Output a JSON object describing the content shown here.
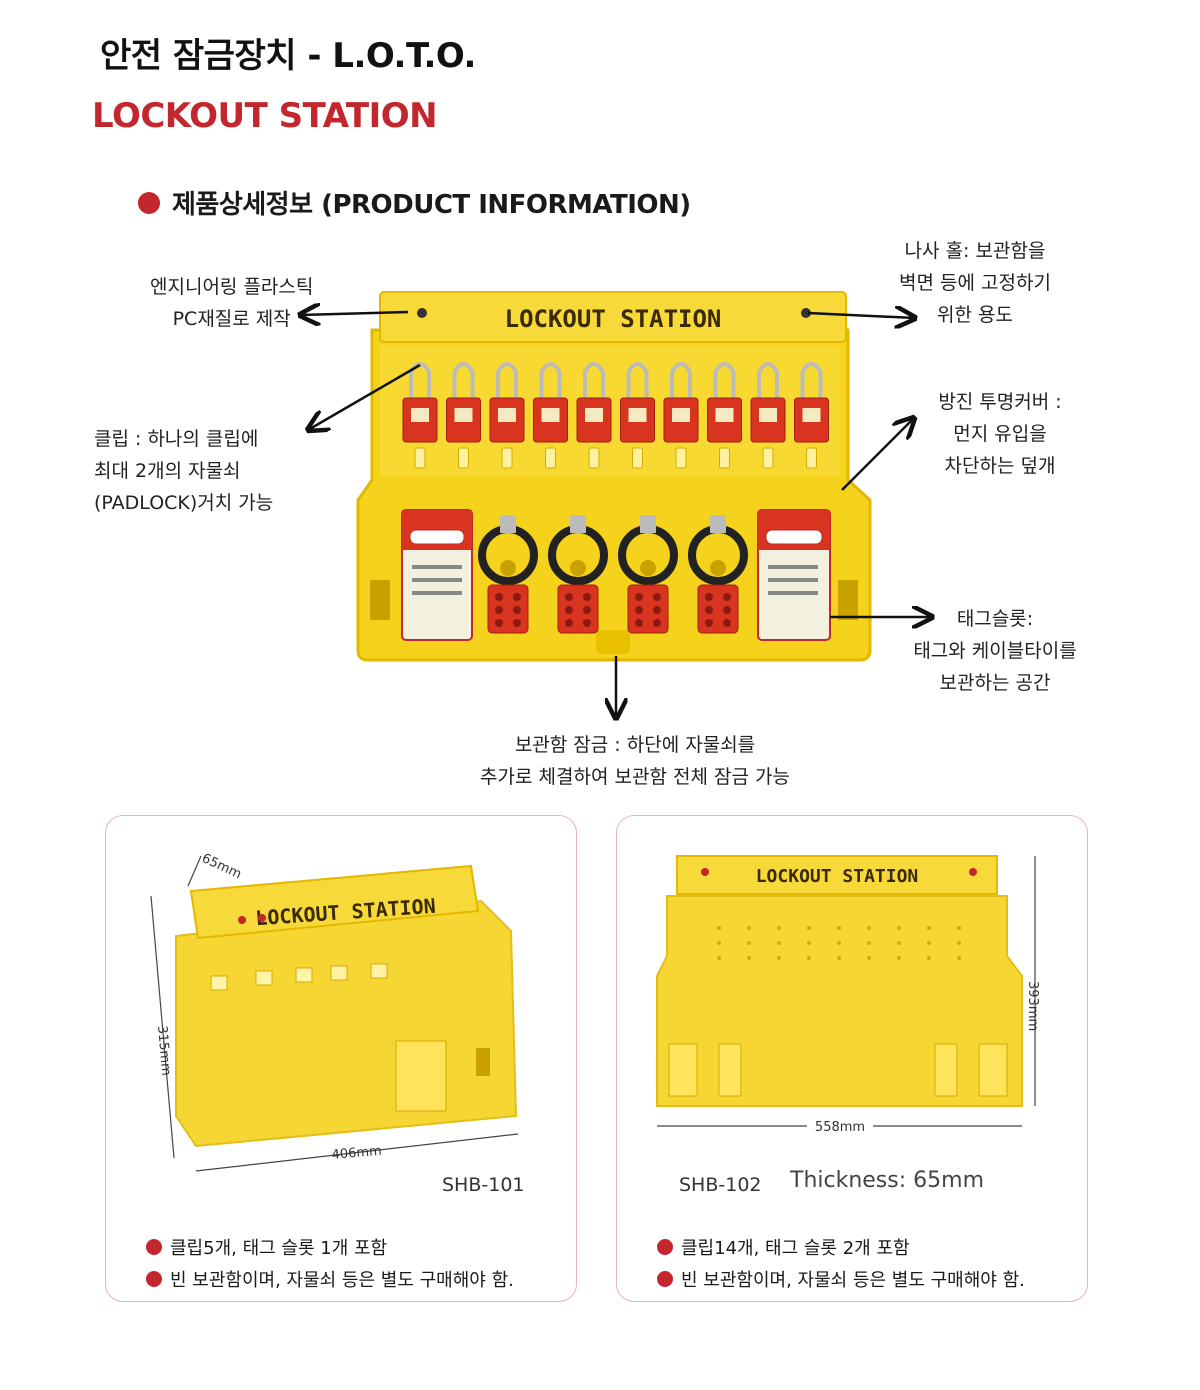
{
  "header": {
    "title": "안전 잠금장치 - L.O.T.O.",
    "subtitle": "LOCKOUT STATION",
    "section": "제품상세정보 (PRODUCT INFORMATION)"
  },
  "product": {
    "station_label": "LOCKOUT STATION",
    "callouts": {
      "material": [
        "엔지니어링 플라스틱",
        "PC재질로 제작"
      ],
      "clip": [
        "클립 :  하나의 클립에",
        "최대 2개의 자물쇠",
        "(PADLOCK)거치 가능"
      ],
      "screw_hole": [
        "나사 홀: 보관함을",
        "벽면 등에 고정하기",
        "위한 용도"
      ],
      "cover": [
        "방진 투명커버 :",
        "먼지 유입을",
        "차단하는 덮개"
      ],
      "tag_slot": [
        "태그슬롯:",
        "태그와 케이블타이를",
        "보관하는 공간"
      ],
      "bottom_lock": [
        "보관함 잠금 : 하단에 자물쇠를",
        "추가로 체결하여 보관함 전체 잠금 가능"
      ]
    },
    "colors": {
      "accent": "#c1272d",
      "station_yellow": "#f5d21c",
      "padlock_red": "#d9341f"
    }
  },
  "models": [
    {
      "station_label": "LOCKOUT STATION",
      "dims": {
        "depth": "65mm",
        "height": "315mm",
        "width": "406mm"
      },
      "code": "SHB-101",
      "bullets": [
        "클립5개, 태그 슬롯 1개 포함",
        "빈 보관함이며, 자물쇠 등은 별도 구매해야 함."
      ]
    },
    {
      "station_label": "LOCKOUT STATION",
      "dims": {
        "height": "393mm",
        "width": "558mm"
      },
      "code": "SHB-102",
      "thickness": "Thickness: 65mm",
      "bullets": [
        "클립14개, 태그 슬롯 2개 포함",
        "빈 보관함이며, 자물쇠 등은 별도 구매해야 함."
      ]
    }
  ]
}
